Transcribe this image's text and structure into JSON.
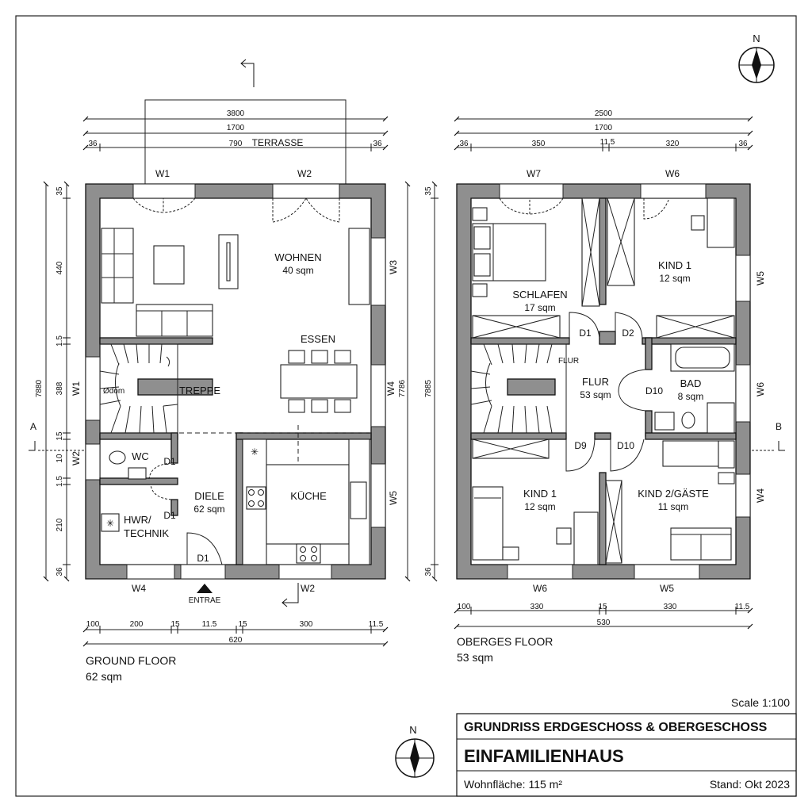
{
  "drawing": {
    "scale": "Scale 1:100",
    "title": "GRUNDRISS ERDGESCHOSS & OBERGESCHOSS",
    "project": "EINFAMILIENHAUS",
    "living_area": "Wohnfläche: 115 m²",
    "date": "Stand: Okt 2023",
    "north": "N"
  },
  "ground": {
    "label": "GROUND FLOOR",
    "area": "62 sqm",
    "terrace": "TERRASSE",
    "entrance": "ENTRAE",
    "rooms": {
      "wohnen": {
        "name": "WOHNEN",
        "area": "40 sqm"
      },
      "essen": {
        "name": "ESSEN"
      },
      "treppe": {
        "name": "TREPPE"
      },
      "wc": {
        "name": "WC"
      },
      "diele": {
        "name": "DIELE",
        "area": "62 sqm"
      },
      "kueche": {
        "name": "KÜCHE"
      },
      "hwr": {
        "name": "HWR/",
        "name2": "TECHNIK"
      }
    },
    "openings": {
      "w1_top": "W1",
      "w2_top": "W2",
      "w3": "W3",
      "w4_right": "W4",
      "w5": "W5",
      "w1_left": "W1",
      "w2_left": "W2",
      "w4_bottom": "W4",
      "w2_bottom": "W2",
      "d1_wc": "D1",
      "d1_hwr": "D1",
      "d1_entry": "D1"
    },
    "dims_top": {
      "d1": "3800",
      "d2": "1700",
      "d3": "790",
      "l": "36",
      "r": "36"
    },
    "dims_left": [
      "35",
      "440",
      "1.5",
      "388",
      "15",
      "10",
      "1.5",
      "210",
      "36"
    ],
    "dims_left_total": "7880",
    "dims_right_total": "7786",
    "dims_bottom": [
      "100",
      "200",
      "15",
      "11.5",
      "15",
      "300",
      "11.5"
    ],
    "dims_bottom_total": "620",
    "stair_note": "Ødom",
    "section_a": "A"
  },
  "upper": {
    "label": "OBERGES FLOOR",
    "area": "53 sqm",
    "rooms": {
      "schlafen": {
        "name": "SCHLAFEN",
        "area": "17 sqm"
      },
      "kind1_top": {
        "name": "KIND 1",
        "area": "12 sqm"
      },
      "flur": {
        "name": "FLUR",
        "area": "53 sqm"
      },
      "flur_small": {
        "name": "FLUR"
      },
      "bad": {
        "name": "BAD",
        "area": "8 sqm"
      },
      "kind1_bottom": {
        "name": "KIND 1",
        "area": "12 sqm"
      },
      "kind2": {
        "name": "KIND 2/GÄSTE",
        "area": "11 sqm"
      }
    },
    "openings": {
      "w7": "W7",
      "w6_top": "W6",
      "w5_right": "W5",
      "w6_right": "W6",
      "w4_right": "W4",
      "w6_bottom": "W6",
      "w5_bottom": "W5",
      "d1": "D1",
      "d2": "D2",
      "d10_bad": "D10",
      "d9": "D9",
      "d10": "D10"
    },
    "dims_top": {
      "d1": "2500",
      "d2": "1700",
      "a": "36",
      "b": "350",
      "c": "11.5",
      "d": "320",
      "e": "36"
    },
    "dims_left": [
      "35",
      "7885",
      "36"
    ],
    "dims_bottom": [
      "100",
      "330",
      "15",
      "330",
      "11.5"
    ],
    "dims_bottom_total": "530",
    "section_b": "B"
  }
}
